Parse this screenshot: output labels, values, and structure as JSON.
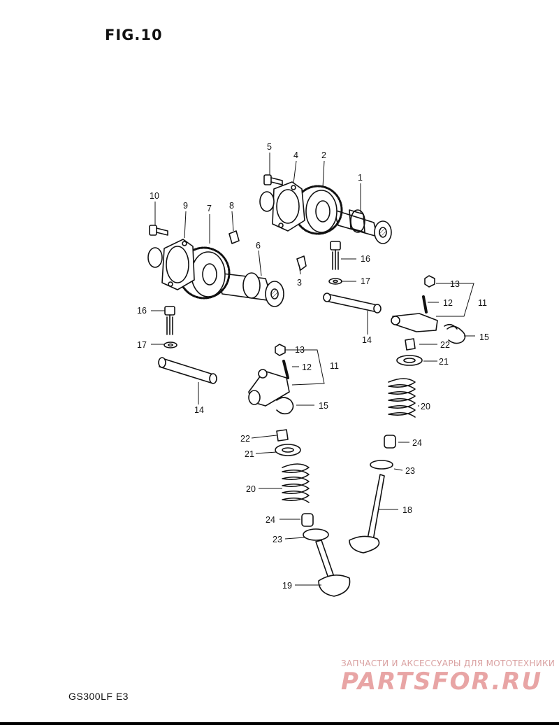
{
  "header": {
    "title": "FIG.10"
  },
  "footer": {
    "model": "GS300LF E3"
  },
  "watermark": {
    "tagline": "ЗАПЧАСТИ И АКСЕССУАРЫ ДЛЯ МОТОТЕХНИКИ",
    "brand": "PARTSFOR.RU",
    "color": "#e8a5a5"
  },
  "callouts": [
    "1",
    "2",
    "3",
    "4",
    "5",
    "6",
    "7",
    "8",
    "9",
    "10",
    "11",
    "12",
    "13",
    "14",
    "15",
    "16",
    "17",
    "18",
    "19",
    "20",
    "21",
    "22",
    "23",
    "24"
  ]
}
